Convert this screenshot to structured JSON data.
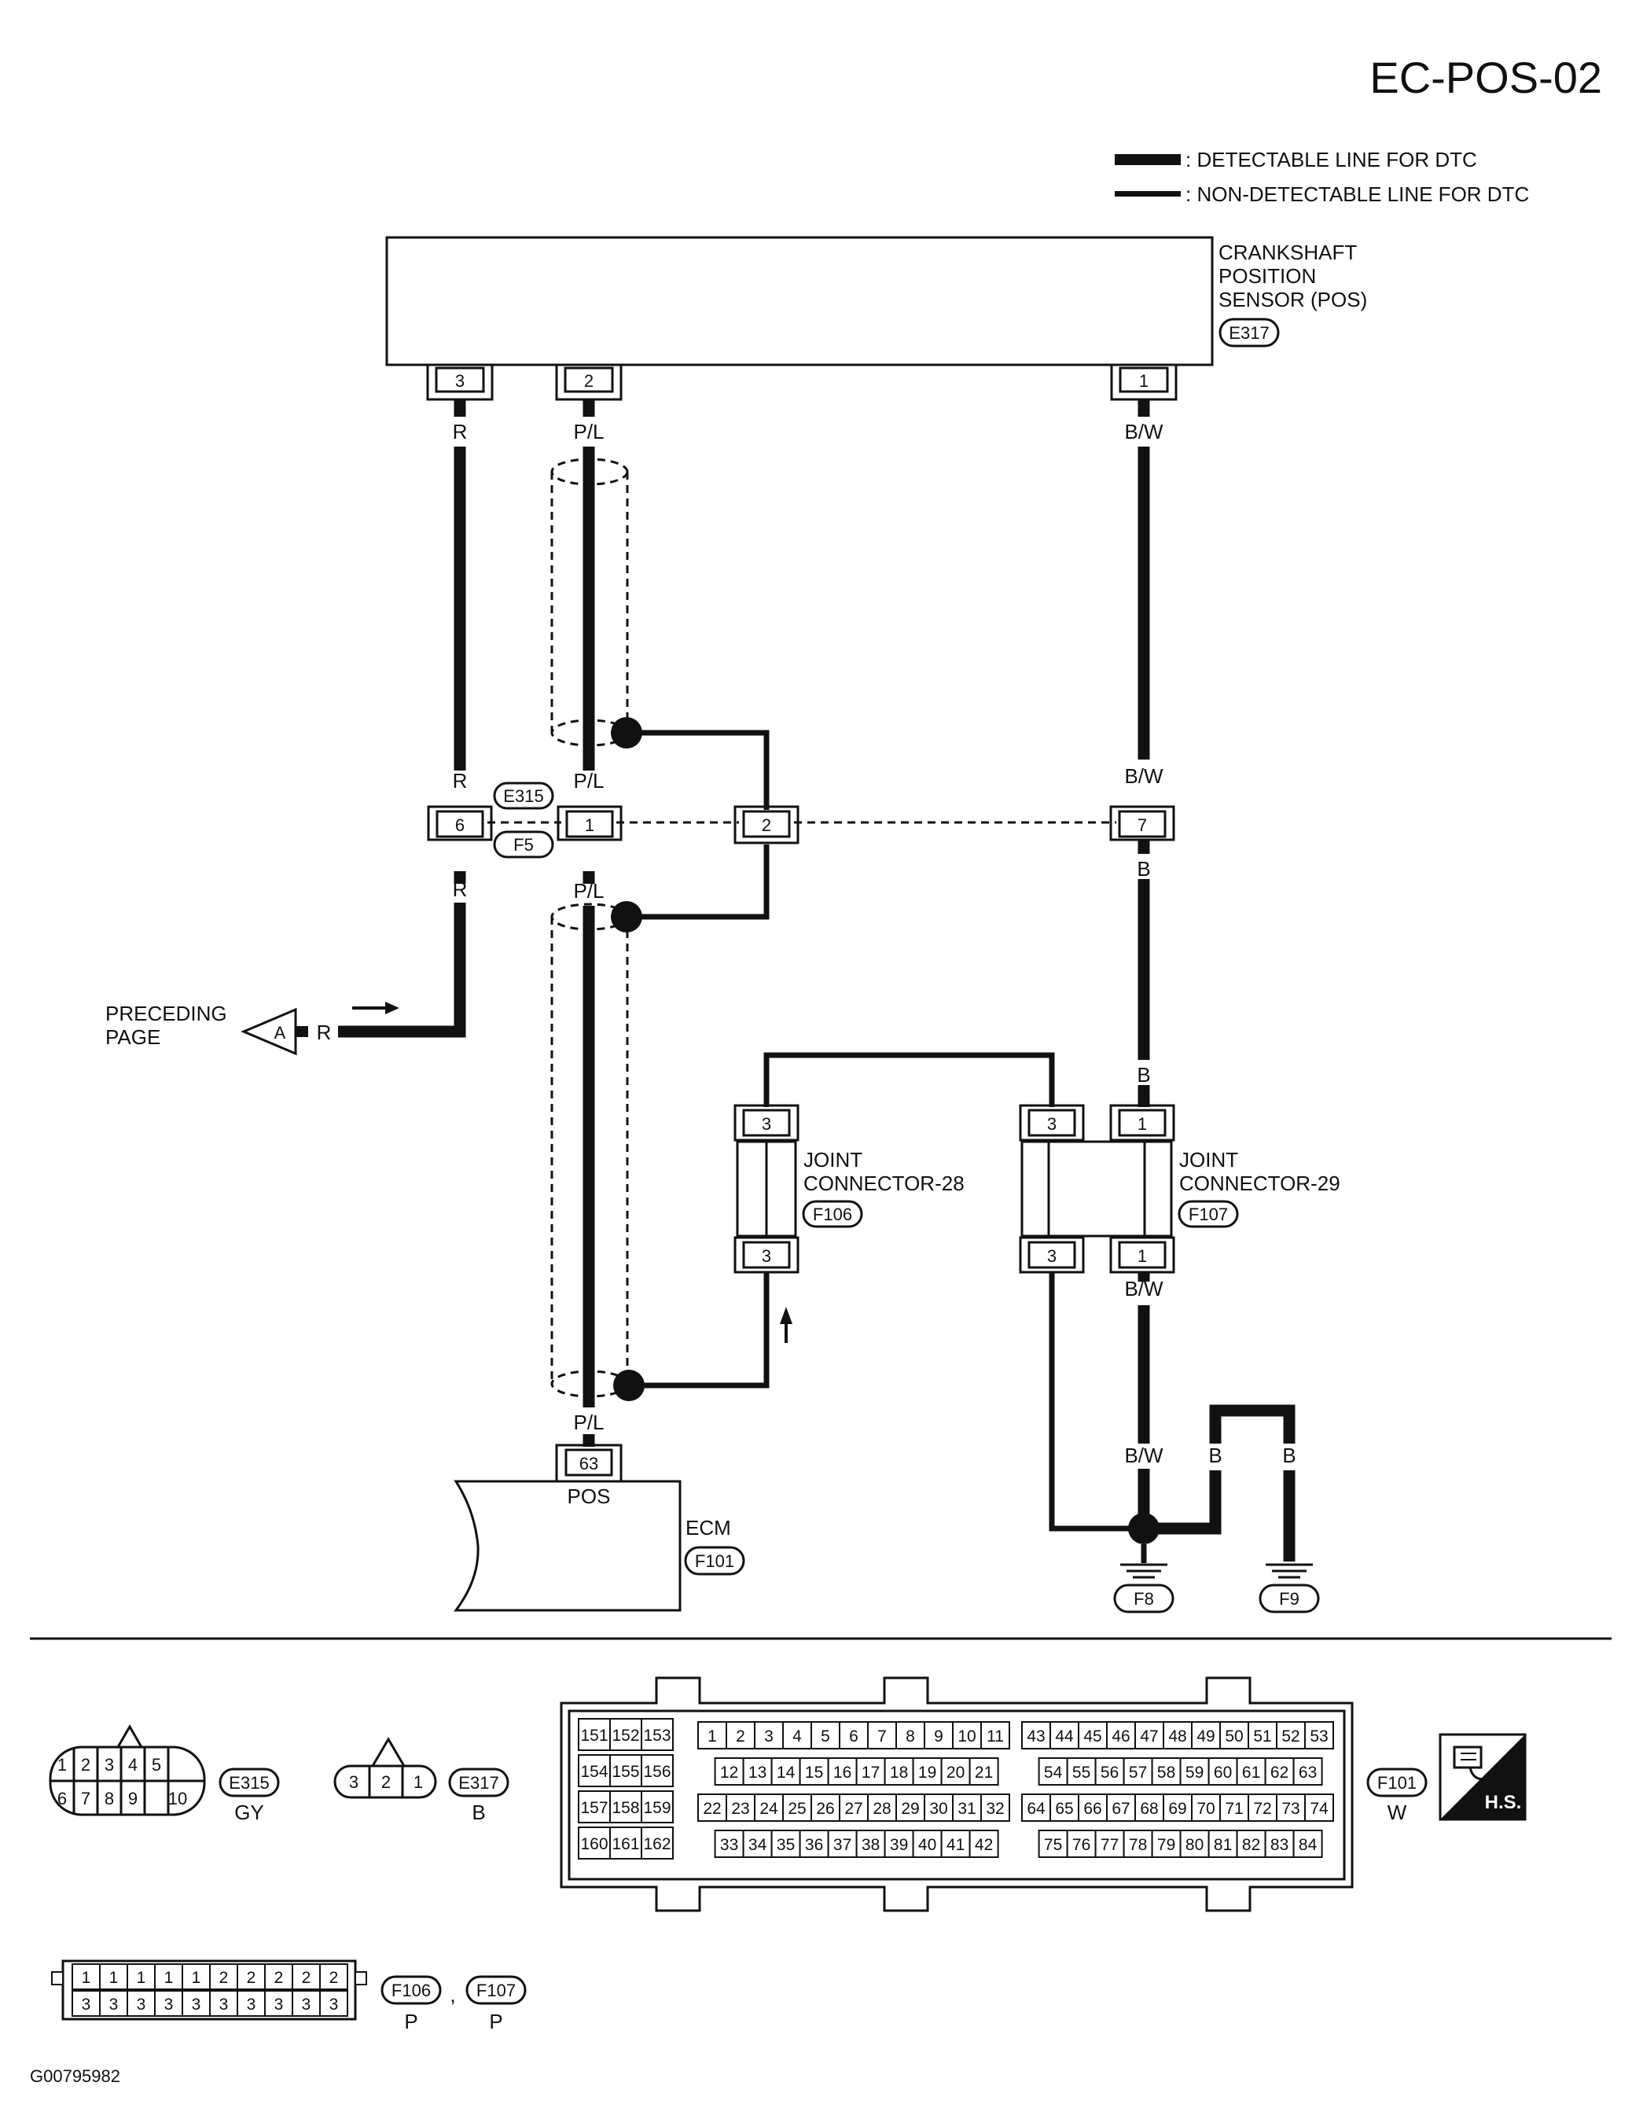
{
  "page_title": "EC-POS-02",
  "legend": {
    "detectable": ": DETECTABLE LINE FOR DTC",
    "non_detectable": ": NON-DETECTABLE LINE FOR DTC"
  },
  "sensor": {
    "name_line1": "CRANKSHAFT",
    "name_line2": "POSITION",
    "name_line3": "SENSOR (POS)",
    "connector": "E317",
    "pins": [
      "3",
      "2",
      "1"
    ]
  },
  "wires": {
    "r": "R",
    "pl": "P/L",
    "bw": "B/W",
    "b": "B"
  },
  "inline_connector": {
    "upper": "E315",
    "lower": "F5",
    "pins": [
      "6",
      "1",
      "2",
      "7"
    ]
  },
  "preceding": {
    "line1": "PRECEDING",
    "line2": "PAGE",
    "ref": "A"
  },
  "joint28": {
    "line1": "JOINT",
    "line2": "CONNECTOR-28",
    "connector": "F106",
    "pin_top": "3",
    "pin_bottom": "3"
  },
  "joint29": {
    "line1": "JOINT",
    "line2": "CONNECTOR-29",
    "connector": "F107",
    "pins_top": [
      "3",
      "1"
    ],
    "pins_bottom": [
      "3",
      "1"
    ]
  },
  "ecm": {
    "name": "ECM",
    "connector": "F101",
    "pin": "63",
    "signal": "POS"
  },
  "grounds": [
    "F8",
    "F9"
  ],
  "connector_views": {
    "e315": {
      "id": "E315",
      "color": "GY",
      "row1": [
        "1",
        "2",
        "3",
        "4",
        "5"
      ],
      "row2": [
        "6",
        "7",
        "8",
        "9",
        "10"
      ]
    },
    "e317": {
      "id": "E317",
      "color": "B",
      "pins": [
        "3",
        "2",
        "1"
      ]
    },
    "f101": {
      "id": "F101",
      "color": "W",
      "block1": [
        [
          "151",
          "152",
          "153"
        ],
        [
          "154",
          "155",
          "156"
        ],
        [
          "157",
          "158",
          "159"
        ],
        [
          "160",
          "161",
          "162"
        ]
      ],
      "block2_r1": [
        "1",
        "2",
        "3",
        "4",
        "5",
        "6",
        "7",
        "8",
        "9",
        "10",
        "11"
      ],
      "block2_r2": [
        "12",
        "13",
        "14",
        "15",
        "16",
        "17",
        "18",
        "19",
        "20",
        "21"
      ],
      "block2_r3": [
        "22",
        "23",
        "24",
        "25",
        "26",
        "27",
        "28",
        "29",
        "30",
        "31",
        "32"
      ],
      "block2_r4": [
        "33",
        "34",
        "35",
        "36",
        "37",
        "38",
        "39",
        "40",
        "41",
        "42"
      ],
      "block3_r1": [
        "43",
        "44",
        "45",
        "46",
        "47",
        "48",
        "49",
        "50",
        "51",
        "52",
        "53"
      ],
      "block3_r2": [
        "54",
        "55",
        "56",
        "57",
        "58",
        "59",
        "60",
        "61",
        "62",
        "63"
      ],
      "block3_r3": [
        "64",
        "65",
        "66",
        "67",
        "68",
        "69",
        "70",
        "71",
        "72",
        "73",
        "74"
      ],
      "block3_r4": [
        "75",
        "76",
        "77",
        "78",
        "79",
        "80",
        "81",
        "82",
        "83",
        "84"
      ]
    },
    "hs_badge": "H.S.",
    "f106_f107": {
      "row1": [
        "1",
        "1",
        "1",
        "1",
        "1",
        "2",
        "2",
        "2",
        "2",
        "2"
      ],
      "row2": [
        "3",
        "3",
        "3",
        "3",
        "3",
        "3",
        "3",
        "3",
        "3",
        "3"
      ],
      "ids": [
        "F106",
        "F107"
      ],
      "separator": ",",
      "colors": [
        "P",
        "P"
      ]
    }
  },
  "footer_code": "G00795982"
}
